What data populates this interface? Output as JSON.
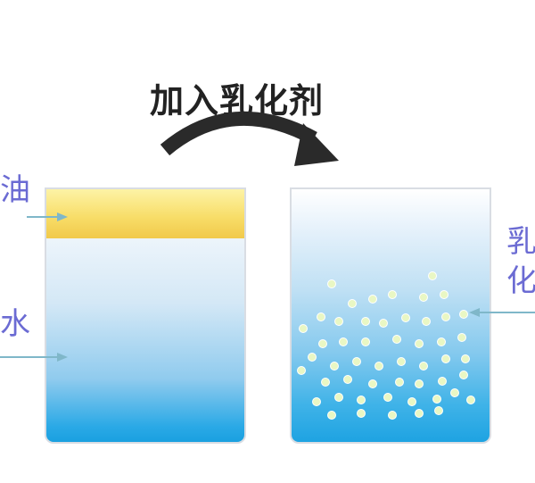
{
  "title": "加入乳化剂",
  "labels": {
    "oil": "油",
    "water": "水",
    "emulsion_1": "乳",
    "emulsion_2": "化"
  },
  "colors": {
    "arrow": "#7fb7c9",
    "label": "#6b6bd3",
    "droplet": "#e9f7c4"
  }
}
